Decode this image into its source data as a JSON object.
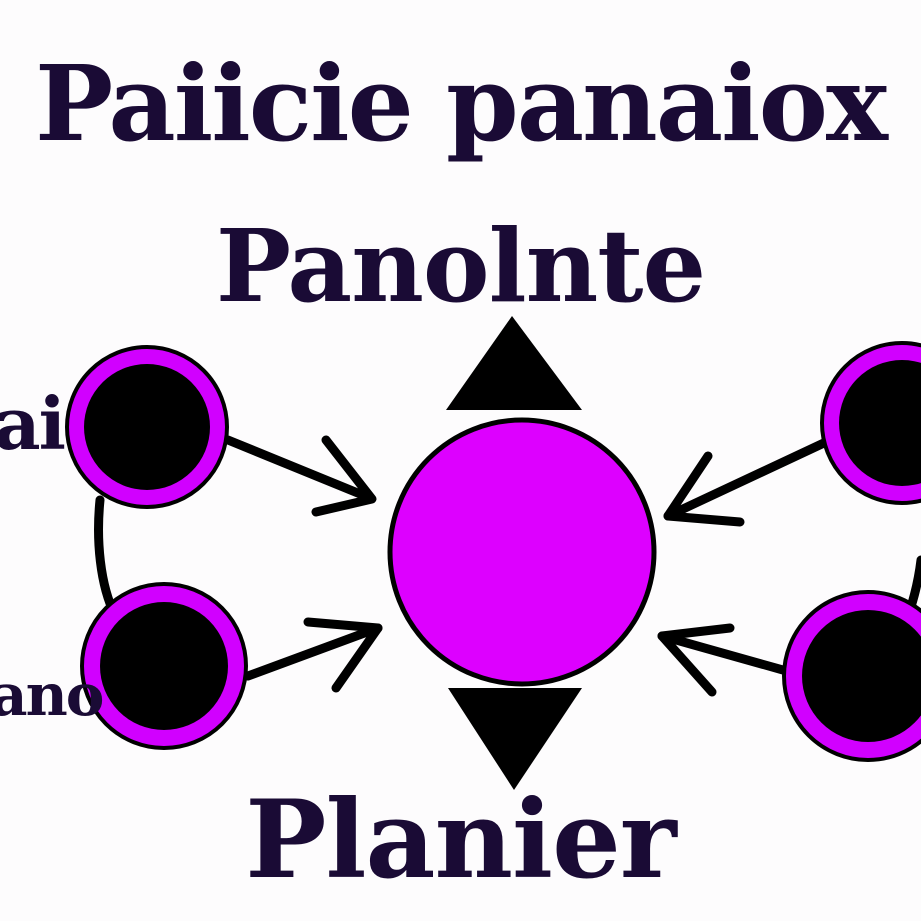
{
  "title_top": "Paiicie panaiox",
  "title_mid": "Panolnte",
  "title_bottom": "Planier",
  "side_label_top": "ai",
  "side_label_bottom": "ano",
  "colors": {
    "text": "#1a0b35",
    "node_fill": "#000000",
    "node_ring": "#d100ff",
    "center_fill": "#dd00ff",
    "stroke": "#000000"
  }
}
